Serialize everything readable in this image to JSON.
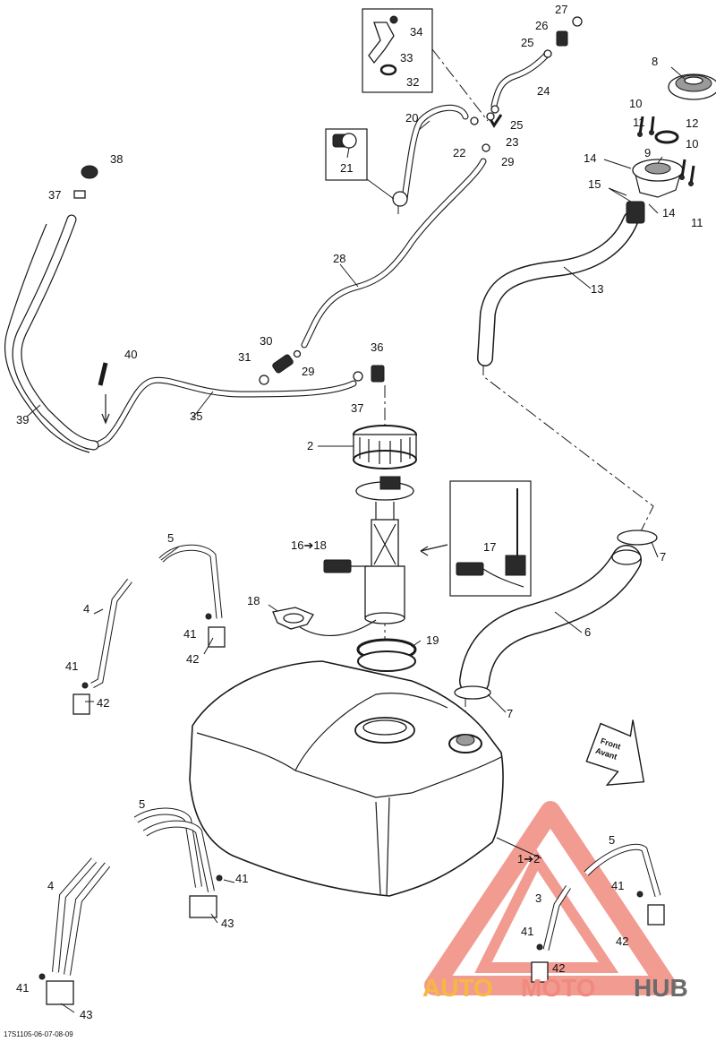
{
  "diagram": {
    "caption": "17S1105-06-07-08-09",
    "callouts": {
      "c1to2": "1➔2",
      "c2": "2",
      "c3": "3",
      "c4a": "4",
      "c4b": "4",
      "c5a": "5",
      "c5b": "5",
      "c5c": "5",
      "c6": "6",
      "c7a": "7",
      "c7b": "7",
      "c8": "8",
      "c9": "9",
      "c10a": "10",
      "c10b": "10",
      "c11a": "11",
      "c11b": "11",
      "c12": "12",
      "c13": "13",
      "c14a": "14",
      "c14b": "14",
      "c15": "15",
      "c16to18": "16➔18",
      "c17": "17",
      "c18": "18",
      "c19": "19",
      "c20": "20",
      "c21": "21",
      "c22": "22",
      "c23": "23",
      "c24": "24",
      "c25a": "25",
      "c25b": "25",
      "c26": "26",
      "c27": "27",
      "c28": "28",
      "c29a": "29",
      "c29b": "29",
      "c30": "30",
      "c31": "31",
      "c32": "32",
      "c33": "33",
      "c34": "34",
      "c35": "35",
      "c36": "36",
      "c37a": "37",
      "c37b": "37",
      "c38": "38",
      "c39": "39",
      "c40": "40",
      "c41a": "41",
      "c41b": "41",
      "c41c": "41",
      "c41d": "41",
      "c41e": "41",
      "c41f": "41",
      "c42a": "42",
      "c42b": "42",
      "c42c": "42",
      "c42d": "42",
      "c43a": "43",
      "c43b": "43"
    },
    "front_arrow": {
      "line1": "Front",
      "line2": "Avant"
    }
  },
  "watermark": {
    "text_part1": "AUTO",
    "text_part2": "MOTO",
    "text_part3": "HUB",
    "color_primary": "#f08a7e",
    "color_accent": "#f5b942",
    "color_dark": "#6b6b6b"
  }
}
